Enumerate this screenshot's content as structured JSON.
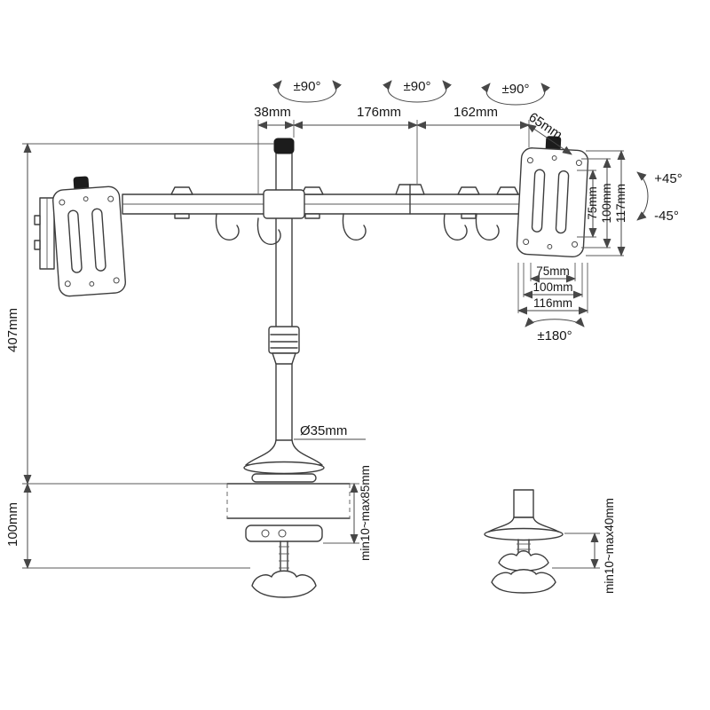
{
  "colors": {
    "line": "#3d3d3d",
    "text": "#161616",
    "knob": "#1c1c1c",
    "background": "#ffffff"
  },
  "labels": {
    "rot_arm_left": "±90°",
    "rot_arm_mid": "±90°",
    "rot_arm_right": "±90°",
    "dim_pole_offset": "38mm",
    "dim_arm_inner": "176mm",
    "dim_arm_outer": "162mm",
    "dim_head_depth": "65mm",
    "tilt_up": "+45°",
    "tilt_down": "-45°",
    "vesa_vertical_75": "75mm",
    "vesa_vertical_100": "100mm",
    "plate_height_117": "117mm",
    "vesa_horizontal_75": "75mm",
    "vesa_horizontal_100": "100mm",
    "plate_width_116": "116mm",
    "rot_swivel": "±180°",
    "pole_height": "407mm",
    "pole_diameter": "Ø35mm",
    "clamp_height": "100mm",
    "clamp_thickness_range": "min10~max85mm",
    "grommet_thickness_range": "min10~max40mm"
  }
}
